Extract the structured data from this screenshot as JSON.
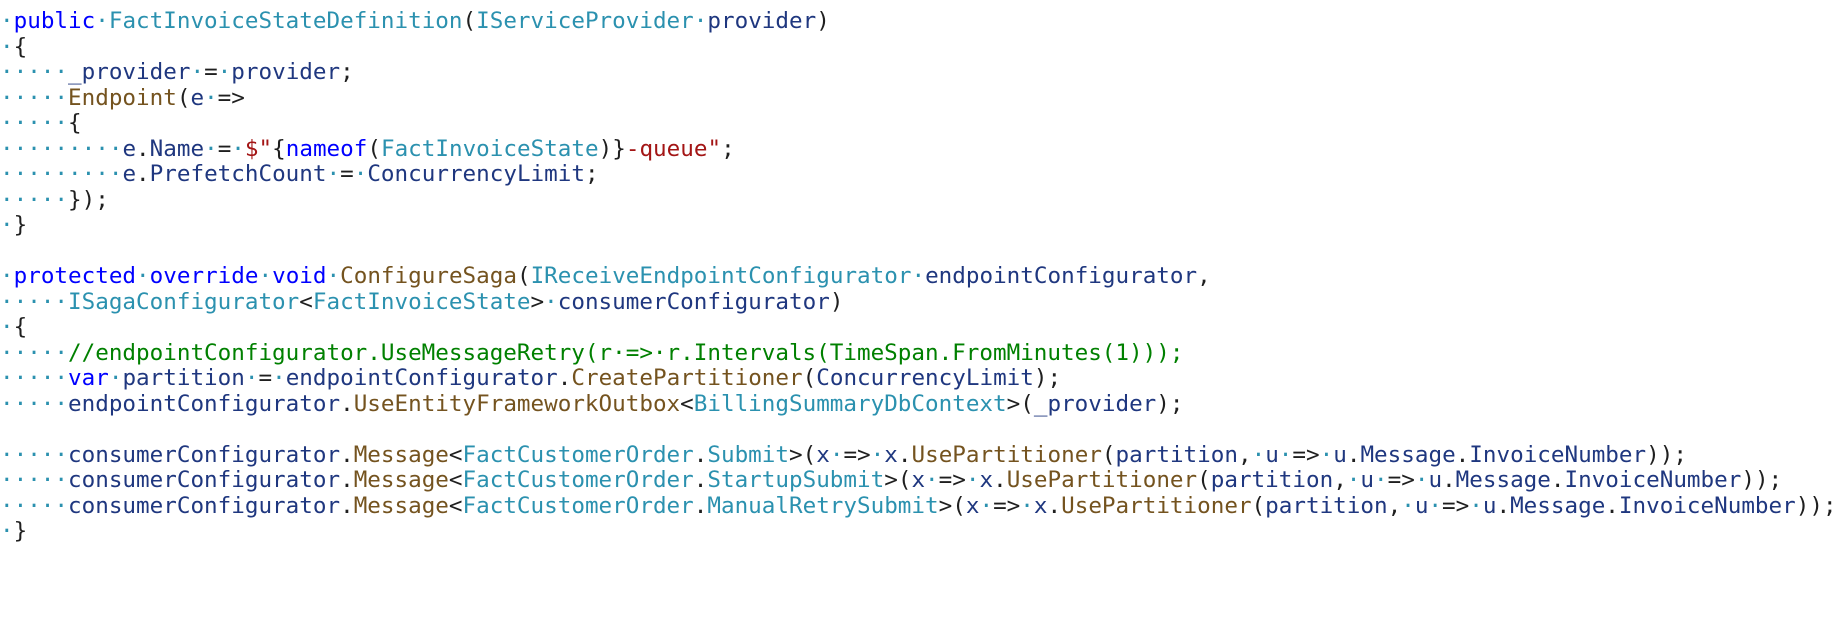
{
  "editor": {
    "background": "#ffffff",
    "colors": {
      "keyword": "#0000ff",
      "type": "#2b91af",
      "method": "#74531f",
      "identifier": "#1f377f",
      "plain": "#1f1f1f",
      "string": "#a31515",
      "comment": "#008000",
      "whitespace_marker": "#2b91af"
    },
    "lines": [
      [
        [
          "ws",
          "·"
        ],
        [
          "kw",
          "public"
        ],
        [
          "ws",
          "·"
        ],
        [
          "ty",
          "FactInvoiceStateDefinition"
        ],
        [
          "pl",
          "("
        ],
        [
          "ty",
          "IServiceProvider"
        ],
        [
          "ws",
          "·"
        ],
        [
          "id",
          "provider"
        ],
        [
          "pl",
          ")"
        ]
      ],
      [
        [
          "ws",
          "·"
        ],
        [
          "pl",
          "{"
        ]
      ],
      [
        [
          "ws",
          "·····"
        ],
        [
          "id",
          "_provider"
        ],
        [
          "ws",
          "·"
        ],
        [
          "pl",
          "="
        ],
        [
          "ws",
          "·"
        ],
        [
          "id",
          "provider"
        ],
        [
          "pl",
          ";"
        ]
      ],
      [
        [
          "ws",
          "·····"
        ],
        [
          "me",
          "Endpoint"
        ],
        [
          "pl",
          "("
        ],
        [
          "id",
          "e"
        ],
        [
          "ws",
          "·"
        ],
        [
          "pl",
          "=>"
        ]
      ],
      [
        [
          "ws",
          "·····"
        ],
        [
          "pl",
          "{"
        ]
      ],
      [
        [
          "ws",
          "·········"
        ],
        [
          "id",
          "e"
        ],
        [
          "pl",
          "."
        ],
        [
          "id",
          "Name"
        ],
        [
          "ws",
          "·"
        ],
        [
          "pl",
          "="
        ],
        [
          "ws",
          "·"
        ],
        [
          "st",
          "$\""
        ],
        [
          "pl",
          "{"
        ],
        [
          "kw",
          "nameof"
        ],
        [
          "pl",
          "("
        ],
        [
          "ty",
          "FactInvoiceState"
        ],
        [
          "pl",
          ")}"
        ],
        [
          "st",
          "-queue\""
        ],
        [
          "pl",
          ";"
        ]
      ],
      [
        [
          "ws",
          "·········"
        ],
        [
          "id",
          "e"
        ],
        [
          "pl",
          "."
        ],
        [
          "id",
          "PrefetchCount"
        ],
        [
          "ws",
          "·"
        ],
        [
          "pl",
          "="
        ],
        [
          "ws",
          "·"
        ],
        [
          "id",
          "ConcurrencyLimit"
        ],
        [
          "pl",
          ";"
        ]
      ],
      [
        [
          "ws",
          "·····"
        ],
        [
          "pl",
          "});"
        ]
      ],
      [
        [
          "ws",
          "·"
        ],
        [
          "pl",
          "}"
        ]
      ],
      [],
      [
        [
          "ws",
          "·"
        ],
        [
          "kw",
          "protected"
        ],
        [
          "ws",
          "·"
        ],
        [
          "kw",
          "override"
        ],
        [
          "ws",
          "·"
        ],
        [
          "kw",
          "void"
        ],
        [
          "ws",
          "·"
        ],
        [
          "me",
          "ConfigureSaga"
        ],
        [
          "pl",
          "("
        ],
        [
          "ty",
          "IReceiveEndpointConfigurator"
        ],
        [
          "ws",
          "·"
        ],
        [
          "id",
          "endpointConfigurator"
        ],
        [
          "pl",
          ","
        ]
      ],
      [
        [
          "ws",
          "·····"
        ],
        [
          "ty",
          "ISagaConfigurator"
        ],
        [
          "pl",
          "<"
        ],
        [
          "ty",
          "FactInvoiceState"
        ],
        [
          "pl",
          ">"
        ],
        [
          "ws",
          "·"
        ],
        [
          "id",
          "consumerConfigurator"
        ],
        [
          "pl",
          ")"
        ]
      ],
      [
        [
          "ws",
          "·"
        ],
        [
          "pl",
          "{"
        ]
      ],
      [
        [
          "ws",
          "·····"
        ],
        [
          "cm",
          "//endpointConfigurator.UseMessageRetry(r·=>·r.Intervals(TimeSpan.FromMinutes(1)));"
        ]
      ],
      [
        [
          "ws",
          "·····"
        ],
        [
          "kw",
          "var"
        ],
        [
          "ws",
          "·"
        ],
        [
          "id",
          "partition"
        ],
        [
          "ws",
          "·"
        ],
        [
          "pl",
          "="
        ],
        [
          "ws",
          "·"
        ],
        [
          "id",
          "endpointConfigurator"
        ],
        [
          "pl",
          "."
        ],
        [
          "me",
          "CreatePartitioner"
        ],
        [
          "pl",
          "("
        ],
        [
          "id",
          "ConcurrencyLimit"
        ],
        [
          "pl",
          ");"
        ]
      ],
      [
        [
          "ws",
          "·····"
        ],
        [
          "id",
          "endpointConfigurator"
        ],
        [
          "pl",
          "."
        ],
        [
          "me",
          "UseEntityFrameworkOutbox"
        ],
        [
          "pl",
          "<"
        ],
        [
          "ty",
          "BillingSummaryDbContext"
        ],
        [
          "pl",
          ">("
        ],
        [
          "id",
          "_provider"
        ],
        [
          "pl",
          ");"
        ]
      ],
      [],
      [
        [
          "ws",
          "·····"
        ],
        [
          "id",
          "consumerConfigurator"
        ],
        [
          "pl",
          "."
        ],
        [
          "me",
          "Message"
        ],
        [
          "pl",
          "<"
        ],
        [
          "ty",
          "FactCustomerOrder"
        ],
        [
          "pl",
          "."
        ],
        [
          "ty",
          "Submit"
        ],
        [
          "pl",
          ">("
        ],
        [
          "id",
          "x"
        ],
        [
          "ws",
          "·"
        ],
        [
          "pl",
          "=>"
        ],
        [
          "ws",
          "·"
        ],
        [
          "id",
          "x"
        ],
        [
          "pl",
          "."
        ],
        [
          "me",
          "UsePartitioner"
        ],
        [
          "pl",
          "("
        ],
        [
          "id",
          "partition"
        ],
        [
          "pl",
          ","
        ],
        [
          "ws",
          "·"
        ],
        [
          "id",
          "u"
        ],
        [
          "ws",
          "·"
        ],
        [
          "pl",
          "=>"
        ],
        [
          "ws",
          "·"
        ],
        [
          "id",
          "u"
        ],
        [
          "pl",
          "."
        ],
        [
          "id",
          "Message"
        ],
        [
          "pl",
          "."
        ],
        [
          "id",
          "InvoiceNumber"
        ],
        [
          "pl",
          "));"
        ]
      ],
      [
        [
          "ws",
          "·····"
        ],
        [
          "id",
          "consumerConfigurator"
        ],
        [
          "pl",
          "."
        ],
        [
          "me",
          "Message"
        ],
        [
          "pl",
          "<"
        ],
        [
          "ty",
          "FactCustomerOrder"
        ],
        [
          "pl",
          "."
        ],
        [
          "ty",
          "StartupSubmit"
        ],
        [
          "pl",
          ">("
        ],
        [
          "id",
          "x"
        ],
        [
          "ws",
          "·"
        ],
        [
          "pl",
          "=>"
        ],
        [
          "ws",
          "·"
        ],
        [
          "id",
          "x"
        ],
        [
          "pl",
          "."
        ],
        [
          "me",
          "UsePartitioner"
        ],
        [
          "pl",
          "("
        ],
        [
          "id",
          "partition"
        ],
        [
          "pl",
          ","
        ],
        [
          "ws",
          "·"
        ],
        [
          "id",
          "u"
        ],
        [
          "ws",
          "·"
        ],
        [
          "pl",
          "=>"
        ],
        [
          "ws",
          "·"
        ],
        [
          "id",
          "u"
        ],
        [
          "pl",
          "."
        ],
        [
          "id",
          "Message"
        ],
        [
          "pl",
          "."
        ],
        [
          "id",
          "InvoiceNumber"
        ],
        [
          "pl",
          "));"
        ]
      ],
      [
        [
          "ws",
          "·····"
        ],
        [
          "id",
          "consumerConfigurator"
        ],
        [
          "pl",
          "."
        ],
        [
          "me",
          "Message"
        ],
        [
          "pl",
          "<"
        ],
        [
          "ty",
          "FactCustomerOrder"
        ],
        [
          "pl",
          "."
        ],
        [
          "ty",
          "ManualRetrySubmit"
        ],
        [
          "pl",
          ">("
        ],
        [
          "id",
          "x"
        ],
        [
          "ws",
          "·"
        ],
        [
          "pl",
          "=>"
        ],
        [
          "ws",
          "·"
        ],
        [
          "id",
          "x"
        ],
        [
          "pl",
          "."
        ],
        [
          "me",
          "UsePartitioner"
        ],
        [
          "pl",
          "("
        ],
        [
          "id",
          "partition"
        ],
        [
          "pl",
          ","
        ],
        [
          "ws",
          "·"
        ],
        [
          "id",
          "u"
        ],
        [
          "ws",
          "·"
        ],
        [
          "pl",
          "=>"
        ],
        [
          "ws",
          "·"
        ],
        [
          "id",
          "u"
        ],
        [
          "pl",
          "."
        ],
        [
          "id",
          "Message"
        ],
        [
          "pl",
          "."
        ],
        [
          "id",
          "InvoiceNumber"
        ],
        [
          "pl",
          "));"
        ]
      ],
      [
        [
          "ws",
          "·"
        ],
        [
          "pl",
          "}"
        ]
      ]
    ]
  }
}
